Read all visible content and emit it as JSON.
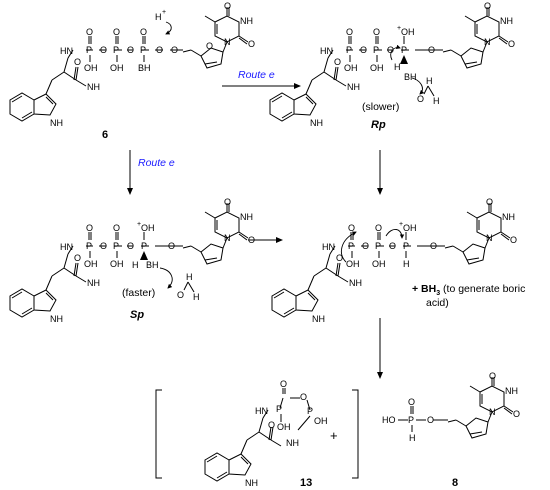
{
  "routes": {
    "right": "Route e",
    "down": "Route e"
  },
  "compounds": {
    "c6": "6",
    "rp": "Rp",
    "sp": "Sp",
    "c13": "13",
    "c8": "8"
  },
  "labels": {
    "slower": "(slower)",
    "faster": "(faster)",
    "bh3_a": "+ BH",
    "bh3_b": "3",
    "bh3_c": " (to generate boric",
    "bh3_d": "acid)",
    "plus": "+"
  },
  "atoms": {
    "hplus": "H",
    "plus_sign": "+",
    "o": "O",
    "oplus": "+",
    "oh": "OH",
    "p": "P",
    "h": "H",
    "hn": "HN",
    "nh": "NH",
    "nh2": "NH",
    "n": "N",
    "bh3": "BH",
    "bh2": "BH",
    "ho": "HO"
  }
}
